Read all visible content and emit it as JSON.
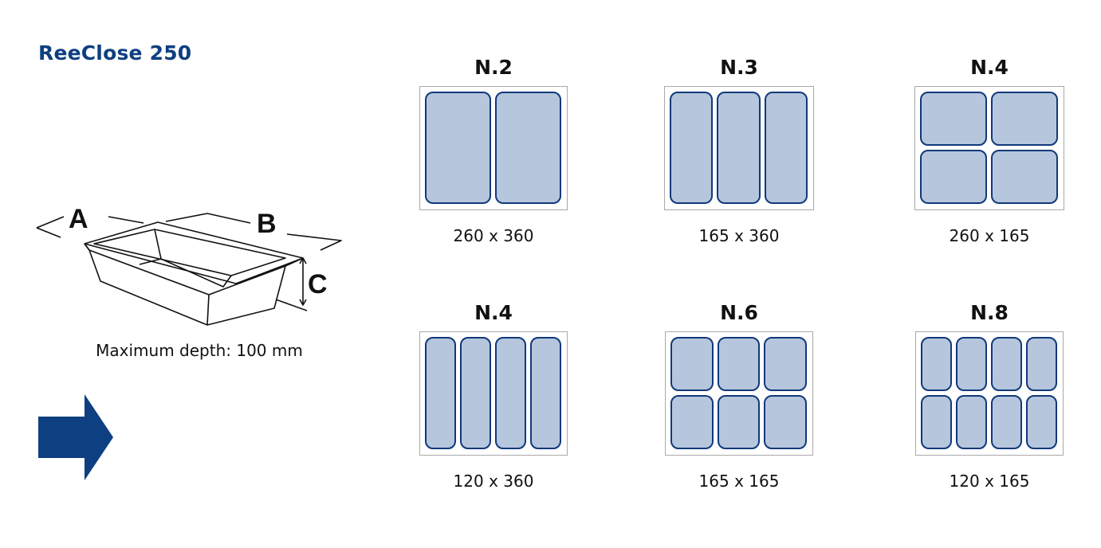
{
  "title": "ReeClose 250",
  "tray": {
    "label_a": "A",
    "label_b": "B",
    "label_c": "C",
    "depth_note": "Maximum depth: 100 mm"
  },
  "arrow_color": "#0e3f80",
  "colors": {
    "cell_fill": "#b6c6dc",
    "cell_border": "#10397a",
    "frame_border": "#a9a9a9",
    "title": "#0e3f80"
  },
  "configurations": [
    {
      "name": "N.2",
      "dims": "260 x 360",
      "cols": 2,
      "rows": 1
    },
    {
      "name": "N.3",
      "dims": "165 x 360",
      "cols": 3,
      "rows": 1
    },
    {
      "name": "N.4",
      "dims": "260 x 165",
      "cols": 2,
      "rows": 2
    },
    {
      "name": "N.4",
      "dims": "120 x 360",
      "cols": 4,
      "rows": 1
    },
    {
      "name": "N.6",
      "dims": "165 x 165",
      "cols": 3,
      "rows": 2
    },
    {
      "name": "N.8",
      "dims": "120 x 165",
      "cols": 4,
      "rows": 2
    }
  ]
}
